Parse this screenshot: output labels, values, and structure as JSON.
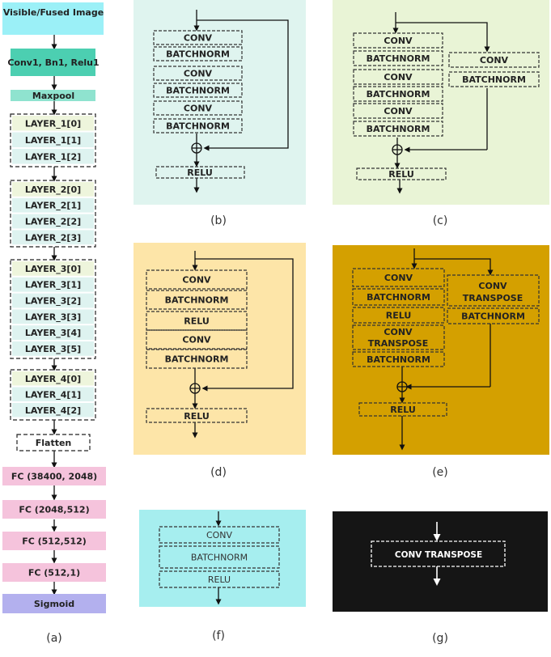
{
  "panel_a": {
    "input": "Visible/Fused Image",
    "stem": "Conv1, Bn1, Relu1",
    "maxpool": "Maxpool",
    "layer1": [
      "LAYER_1[0]",
      "LAYER_1[1]",
      "LAYER_1[2]"
    ],
    "layer2": [
      "LAYER_2[0]",
      "LAYER_2[1]",
      "LAYER_2[2]",
      "LAYER_2[3]"
    ],
    "layer3": [
      "LAYER_3[0]",
      "LAYER_3[1]",
      "LAYER_3[2]",
      "LAYER_3[3]",
      "LAYER_3[4]",
      "LAYER_3[5]"
    ],
    "layer4": [
      "LAYER_4[0]",
      "LAYER_4[1]",
      "LAYER_4[2]"
    ],
    "flatten": "Flatten",
    "fc": [
      "FC (38400, 2048)",
      "FC (2048,512)",
      "FC (512,512)",
      "FC  (512,1)"
    ],
    "sigmoid": "Sigmoid",
    "caption": "(a)"
  },
  "panel_b": {
    "blocks": [
      "CONV",
      "BATCHNORM",
      "CONV",
      "BATCHNORM",
      "CONV",
      "BATCHNORM"
    ],
    "relu": "RELU",
    "caption": "(b)"
  },
  "panel_c": {
    "blocks": [
      "CONV",
      "BATCHNORM",
      "CONV",
      "BATCHNORM",
      "CONV",
      "BATCHNORM"
    ],
    "shortcut": [
      "CONV",
      "BATCHNORM"
    ],
    "relu": "RELU",
    "caption": "(c)"
  },
  "panel_d": {
    "blocks": [
      "CONV",
      "BATCHNORM",
      "RELU",
      "CONV",
      "BATCHNORM"
    ],
    "relu": "RELU",
    "caption": "(d)"
  },
  "panel_e": {
    "blocks": [
      "CONV",
      "BATCHNORM",
      "RELU",
      "CONV",
      "TRANSPOSE",
      "BATCHNORM"
    ],
    "shortcut": [
      "CONV",
      "TRANSPOSE",
      "BATCHNORM"
    ],
    "relu": "RELU",
    "caption": "(e)"
  },
  "panel_f": {
    "blocks": [
      "CONV",
      "BATCHNORM",
      "RELU"
    ],
    "caption": "(f)"
  },
  "panel_g": {
    "block": "CONV TRANSPOSE",
    "caption": "(g)"
  },
  "colors": {
    "input": "#9bf0f7",
    "stem": "#4ccfb1",
    "maxpool": "#8fe3cf",
    "layer_first": "#eef5dc",
    "layer_rest": "#def3f0",
    "fc": "#f5c3dc",
    "sigmoid": "#b3b0ee",
    "panel_b": "#dff4ef",
    "panel_c": "#e9f4d6",
    "panel_d": "#fde5a8",
    "panel_e": "#d4a000",
    "panel_f": "#a6eeef",
    "panel_g": "#151515"
  }
}
